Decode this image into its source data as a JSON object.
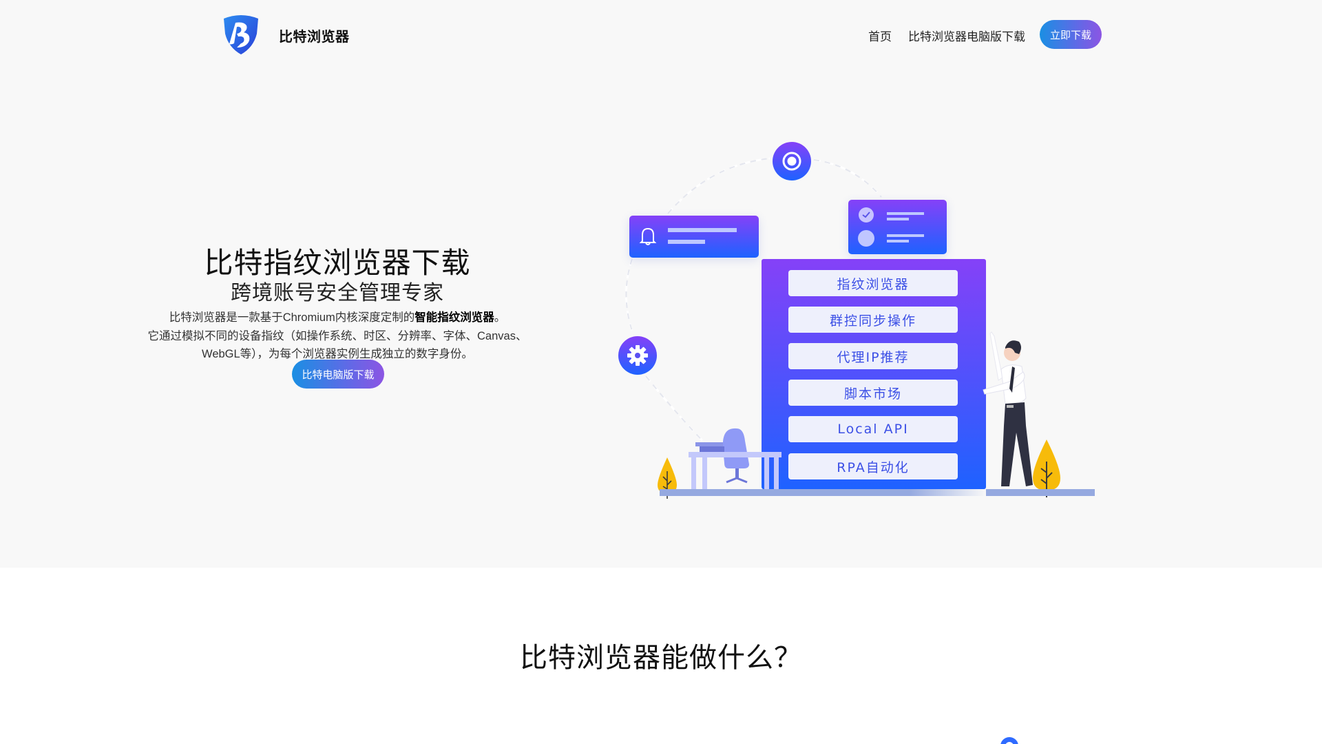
{
  "header": {
    "brand": "比特浏览器",
    "nav": [
      {
        "label": "首页"
      },
      {
        "label": "比特浏览器电脑版下载"
      }
    ],
    "cta_label": "立即下载"
  },
  "hero": {
    "title": "比特指纹浏览器下载",
    "subtitle": "跨境账号安全管理专家",
    "desc_line1_prefix": "比特浏览器是一款基于Chromium内核深度定制的",
    "desc_line1_bold": "智能指纹浏览器",
    "desc_line1_suffix": "。",
    "desc_line2": "它通过模拟不同的设备指纹（如操作系统、时区、分辨率、字体、Canvas、",
    "desc_line3": "WebGL等），为每个浏览器实例生成独立的数字身份。",
    "button_label": "比特电脑版下载"
  },
  "illustration": {
    "features": [
      {
        "label": "指纹浏览器"
      },
      {
        "label": "群控同步操作"
      },
      {
        "label": "代理IP推荐"
      },
      {
        "label": "脚本市场"
      },
      {
        "label": "Local API"
      },
      {
        "label": "RPA自动化"
      }
    ],
    "icons": [
      "target-icon",
      "bell-icon",
      "check-icon",
      "gear-icon"
    ],
    "colors": {
      "gradient_top": "#8541f8",
      "gradient_bottom": "#1e62ff",
      "feature_text": "#3c50e6",
      "tree": "#f7bb0a"
    }
  },
  "section2": {
    "title": "比特浏览器能做什么？"
  },
  "colors": {
    "hero_bg": "#f8f8f8",
    "button_gradient_start": "#1a8fe3",
    "button_gradient_end": "#8c55e3"
  }
}
